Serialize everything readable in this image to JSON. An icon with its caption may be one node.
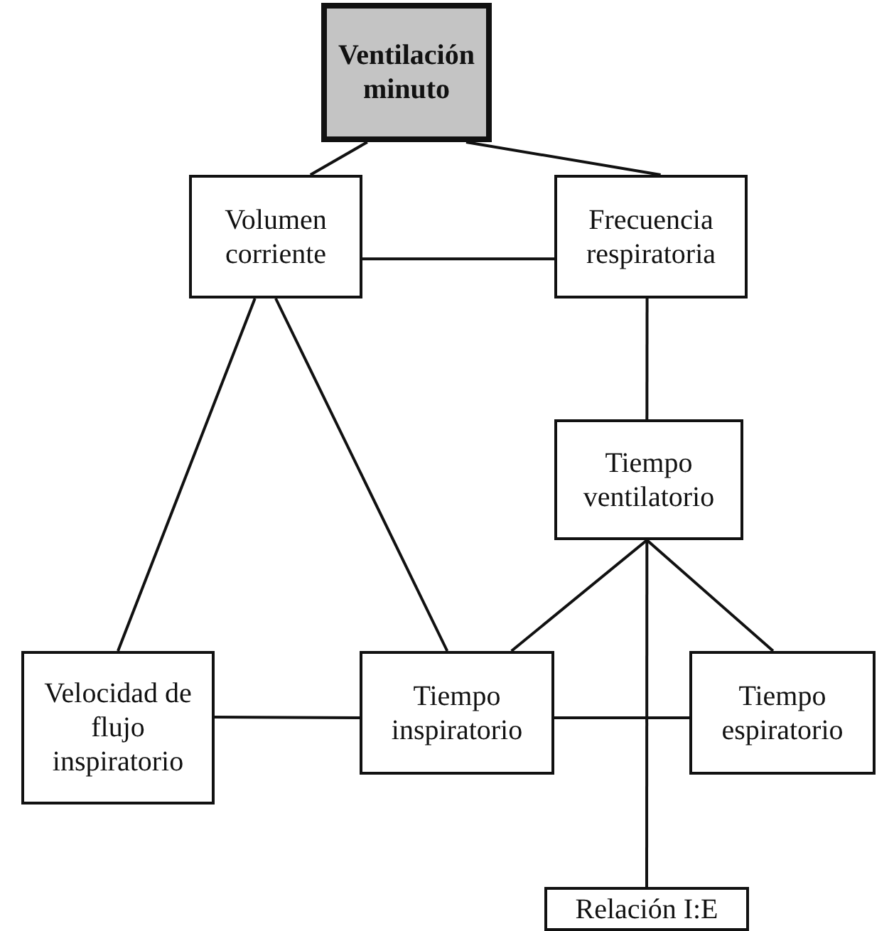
{
  "diagram": {
    "nodes": [
      {
        "text": [
          "Ventilación minuto"
        ]
      },
      {
        "text": [
          "Volumen corriente"
        ]
      },
      {
        "text": [
          "Frecuencia respiratoria"
        ]
      },
      {
        "text": [
          "Tiempo ventilatorio"
        ]
      },
      {
        "text": [
          "Velocidad de flujo inspiratorio"
        ]
      },
      {
        "text": [
          "Tiempo inspiratorio"
        ]
      },
      {
        "text": [
          "Tiempo espiratorio"
        ]
      },
      {
        "text": [
          "Relación I:E"
        ]
      }
    ],
    "edges": [
      {
        "from": 0,
        "to": 1,
        "arrow": "none"
      },
      {
        "from": 0,
        "to": 2,
        "arrow": "none"
      },
      {
        "from": 1,
        "to": 2,
        "arrow": "none"
      },
      {
        "from": 2,
        "to": 3,
        "arrow": "none"
      },
      {
        "from": 1,
        "to": 4,
        "arrow": "none"
      },
      {
        "from": 1,
        "to": 5,
        "arrow": "none"
      },
      {
        "from": 3,
        "to": 5,
        "arrow": "none"
      },
      {
        "from": 3,
        "to": 6,
        "arrow": "none"
      },
      {
        "from": 3,
        "to": 7,
        "arrow": "none"
      },
      {
        "from": 4,
        "to": 5,
        "arrow": "none"
      },
      {
        "from": 5,
        "to": 6,
        "arrow": "none"
      }
    ]
  }
}
